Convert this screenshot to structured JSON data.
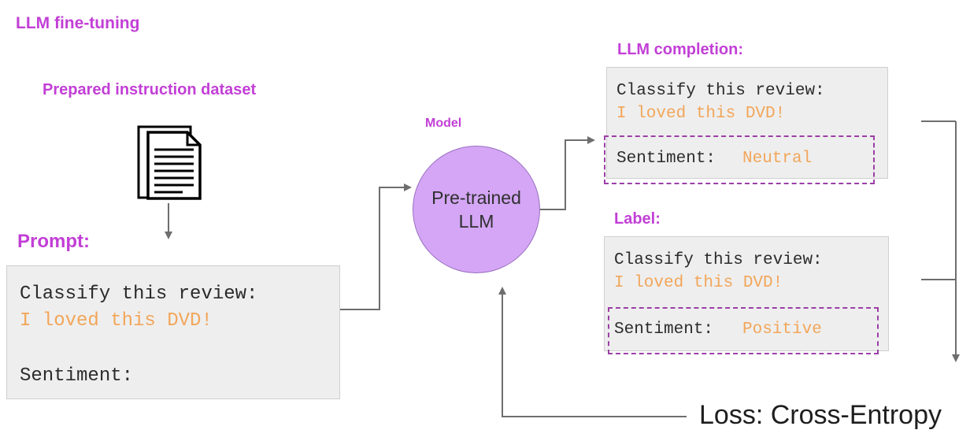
{
  "title": "LLM fine-tuning",
  "dataset_label": "Prepared instruction dataset",
  "dataset_icon": "document-icon",
  "prompt": {
    "heading": "Prompt:",
    "line1": "Classify this review:",
    "line2": "I loved this DVD!",
    "line3": "Sentiment:"
  },
  "model": {
    "label": "Model",
    "circle_text": "Pre-trained\nLLM"
  },
  "completion": {
    "heading": "LLM completion:",
    "line1": "Classify this review:",
    "line2": "I loved this DVD!",
    "sentiment_key": "Sentiment:",
    "sentiment_value": "Neutral"
  },
  "label": {
    "heading": "Label:",
    "line1": "Classify this review:",
    "line2": "I loved this DVD!",
    "sentiment_key": "Sentiment:",
    "sentiment_value": "Positive"
  },
  "loss": "Loss: Cross-Entropy",
  "colors": {
    "heading": "#c23fd6",
    "code_text": "#2b2b2b",
    "code_highlight": "#f2a65a",
    "model_fill": "#d4a6f5",
    "dashed_border": "#9b3fa6",
    "arrow": "#6e6e6e"
  }
}
